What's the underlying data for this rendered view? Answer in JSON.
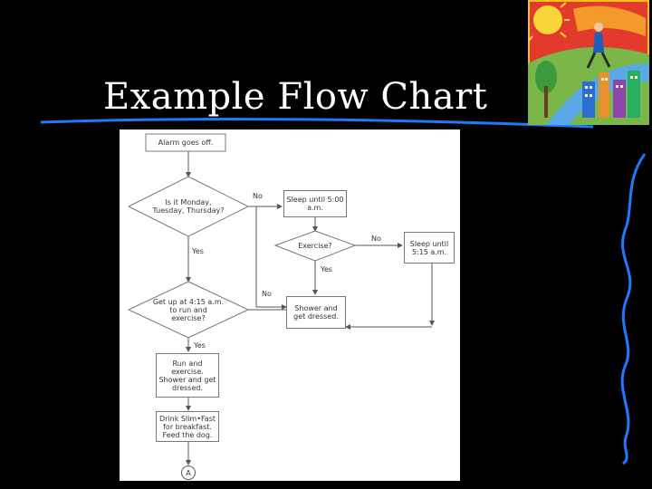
{
  "slide": {
    "title": "Example Flow Chart",
    "accent_color": "#1e7bff"
  },
  "flowchart": {
    "start": "Alarm goes off.",
    "decision1": "Is it Monday, Tuesday, Thursday?",
    "decision1_no": "No",
    "decision1_yes": "Yes",
    "sleep1": "Sleep until 5:00 a.m.",
    "decision2": "Exercise?",
    "decision2_no": "No",
    "decision2_yes": "Yes",
    "sleep2": "Sleep until 5:15 a.m.",
    "decision3": "Get up at 4:15 a.m. to run and exercise?",
    "decision3_no": "No",
    "decision3_yes": "Yes",
    "shower": "Shower and get dressed.",
    "run": "Run and exercise. Shower and get dressed.",
    "breakfast": "Drink Slim•Fast for breakfast. Feed the dog.",
    "connector": "A"
  }
}
